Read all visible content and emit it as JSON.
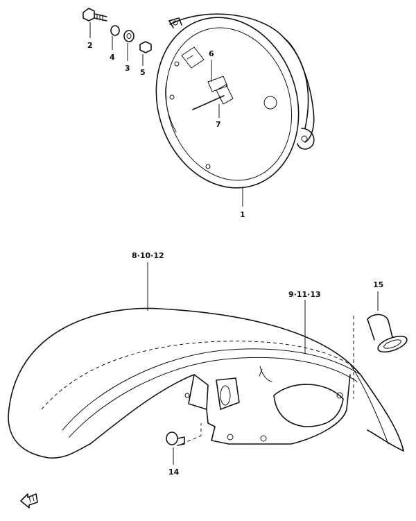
{
  "callouts": {
    "c1": "1",
    "c2": "2",
    "c3": "3",
    "c4": "4",
    "c5": "5",
    "c6": "6",
    "c7": "7",
    "c8": "8·10·12",
    "c9": "9·11·13",
    "c14": "14",
    "c15": "15"
  },
  "icons": {
    "front_arrow": "front-direction-arrow-icon"
  }
}
